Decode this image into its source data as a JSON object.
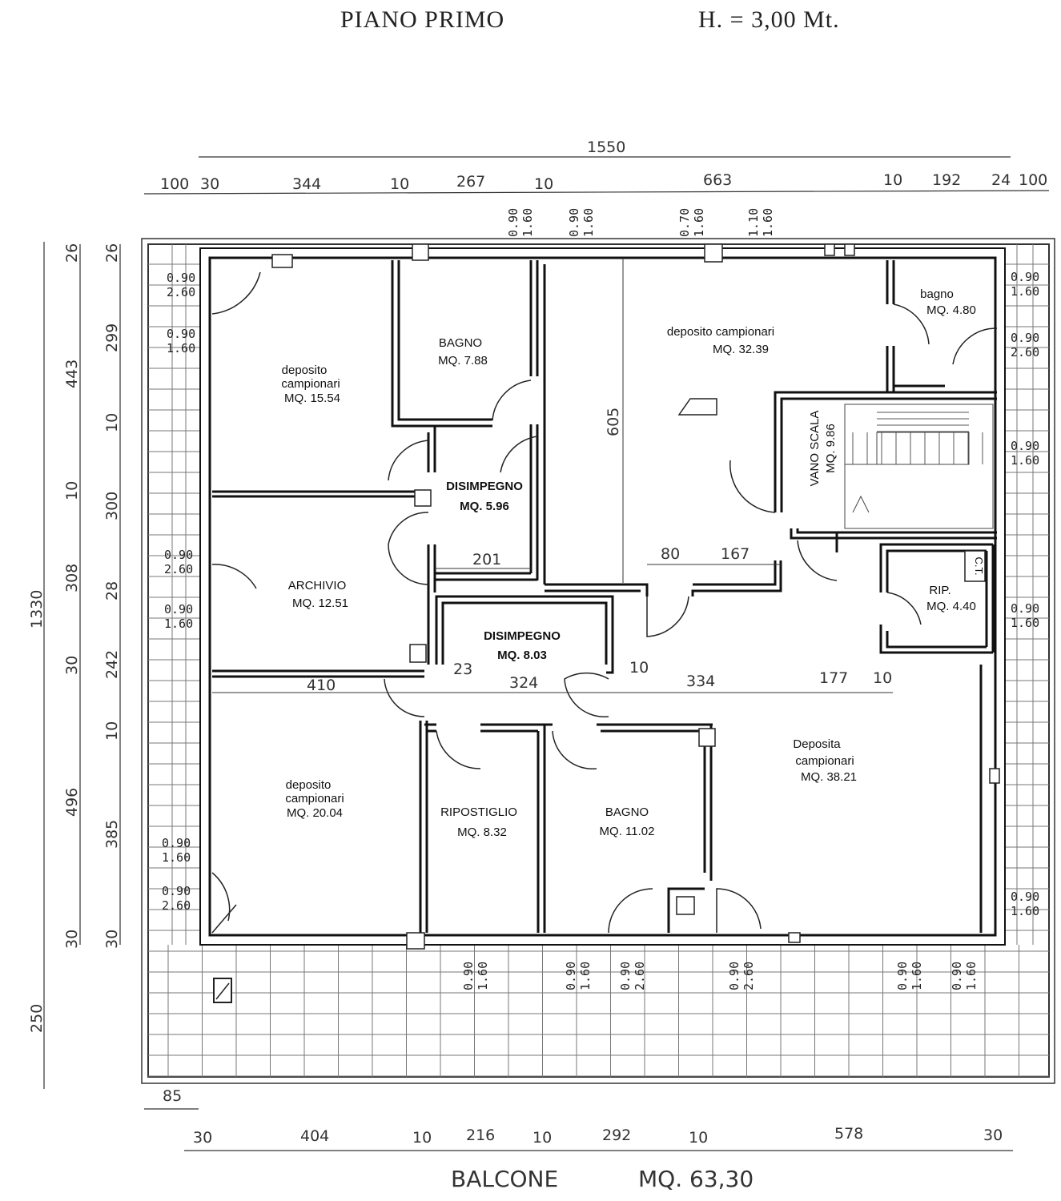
{
  "header": {
    "title": "PIANO PRIMO",
    "height": "H. = 3,00 Mt."
  },
  "footer": {
    "balcony_label": "BALCONE",
    "balcony_area": "MQ. 63,30"
  },
  "rooms": [
    {
      "name": "deposito",
      "name2": "campionari",
      "area": "MQ. 15.54"
    },
    {
      "name": "BAGNO",
      "area": "MQ. 7.88"
    },
    {
      "name": "deposito campionari",
      "area": "MQ. 32.39"
    },
    {
      "name": "bagno",
      "area": "MQ. 4.80"
    },
    {
      "name": "DISIMPEGNO",
      "area": "MQ. 5.96"
    },
    {
      "name": "VANO SCALA",
      "area": "MQ. 9.86"
    },
    {
      "name": "ARCHIVIO",
      "area": "MQ. 12.51"
    },
    {
      "name": "RIP.",
      "area": "MQ. 4.40"
    },
    {
      "name": "DISIMPEGNO",
      "area": "MQ. 8.03"
    },
    {
      "name": "deposito",
      "name2": "campionari",
      "area": "MQ. 20.04"
    },
    {
      "name": "RIPOSTIGLIO",
      "area": "MQ. 8.32"
    },
    {
      "name": "BAGNO",
      "area": "MQ. 11.02"
    },
    {
      "name": "Deposita",
      "name2": "campionari",
      "area": "MQ. 38.21"
    }
  ],
  "boiler_label": "C.T.",
  "dims": {
    "top_total": "1550",
    "top": [
      "100",
      "30",
      "344",
      "10",
      "267",
      "10",
      "663",
      "10",
      "192",
      "24",
      "100"
    ],
    "left_total": "1330",
    "left_balcony": "250",
    "left_mid": [
      "26",
      "443",
      "10",
      "308",
      "30",
      "496",
      "30"
    ],
    "left_inner": [
      "26",
      "299",
      "10",
      "300",
      "28",
      "242",
      "10",
      "385",
      "30"
    ],
    "bottom_offset": "85",
    "bottom": [
      "30",
      "404",
      "10",
      "216",
      "10",
      "292",
      "10",
      "578",
      "30"
    ],
    "internal": {
      "d605": "605",
      "d201": "201",
      "d80": "80",
      "d167": "167",
      "d410": "410",
      "d23": "23",
      "d324": "324",
      "d10a": "10",
      "d334": "334",
      "d177": "177",
      "d10b": "10"
    }
  },
  "windows": {
    "left": [
      [
        "0.90",
        "2.60"
      ],
      [
        "0.90",
        "1.60"
      ],
      [
        "0.90",
        "2.60"
      ],
      [
        "0.90",
        "1.60"
      ],
      [
        "0.90",
        "1.60"
      ],
      [
        "0.90",
        "2.60"
      ]
    ],
    "right": [
      [
        "0.90",
        "1.60"
      ],
      [
        "0.90",
        "2.60"
      ],
      [
        "0.90",
        "1.60"
      ],
      [
        "0.90",
        "1.60"
      ],
      [
        "0.90",
        "1.60"
      ]
    ],
    "top": [
      [
        "0.90",
        "1.60"
      ],
      [
        "0.90",
        "1.60"
      ],
      [
        "0.70",
        "1.60"
      ],
      [
        "1.10",
        "1.60"
      ]
    ],
    "bottom": [
      [
        "0.90",
        "1.60"
      ],
      [
        "0.90",
        "1.60"
      ],
      [
        "0.90",
        "2.60"
      ],
      [
        "0.90",
        "2.60"
      ],
      [
        "0.90",
        "1.60"
      ],
      [
        "0.90",
        "1.60"
      ]
    ]
  }
}
